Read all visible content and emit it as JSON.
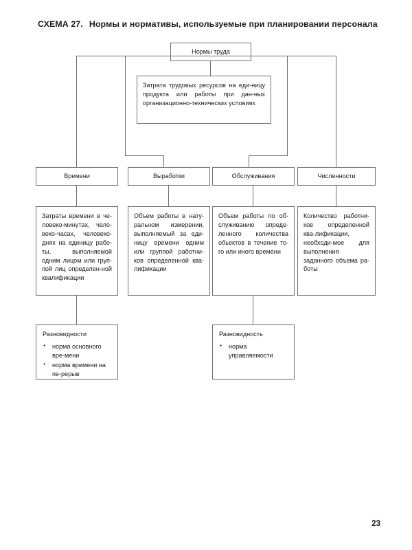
{
  "document": {
    "title_number": "СХЕМА 27.",
    "title_text": "Нормы и нормативы, используемые при планировании персонала",
    "page_number": "23"
  },
  "diagram": {
    "root": {
      "label": "Нормы труда"
    },
    "root_definition": {
      "text": "Затрата трудовых ресурсов на еди-ницу продукта или работы при дан-ных организационно-технических условиях"
    },
    "categories": [
      {
        "label": "Времени",
        "detail": "Затраты времени в че-ловеко-минутах, чело-веко-часах, человеко-днях на единицу рабо-ты, выполняемой одним лицом или груп-пой лиц определен-ной квалификации",
        "variants": {
          "heading": "Разновидности",
          "items": [
            "норма основного вре-мени",
            "норма времени на пе-рерыв"
          ]
        }
      },
      {
        "label": "Выработки",
        "detail": "Объем работы в нату-ральном измерении, выполняемый за еди-ницу времени одним или группой работни-ков определенной ква-лификации",
        "variants": null
      },
      {
        "label": "Обслуживания",
        "detail": "Объем работы по об-служиванию опреде-ленного количества обьектов в течение то-го или иного времени",
        "variants": {
          "heading": "Разновидность",
          "items": [
            "норма управляемости"
          ]
        }
      },
      {
        "label": "Численности",
        "detail": "Количество работни-ков определенной ква-лификации, необходи-мое для выполнения заданного объема ра-боты",
        "variants": null
      }
    ]
  },
  "colors": {
    "line": "#6d6d6d",
    "text": "#1a1a1a",
    "background": "#ffffff"
  }
}
